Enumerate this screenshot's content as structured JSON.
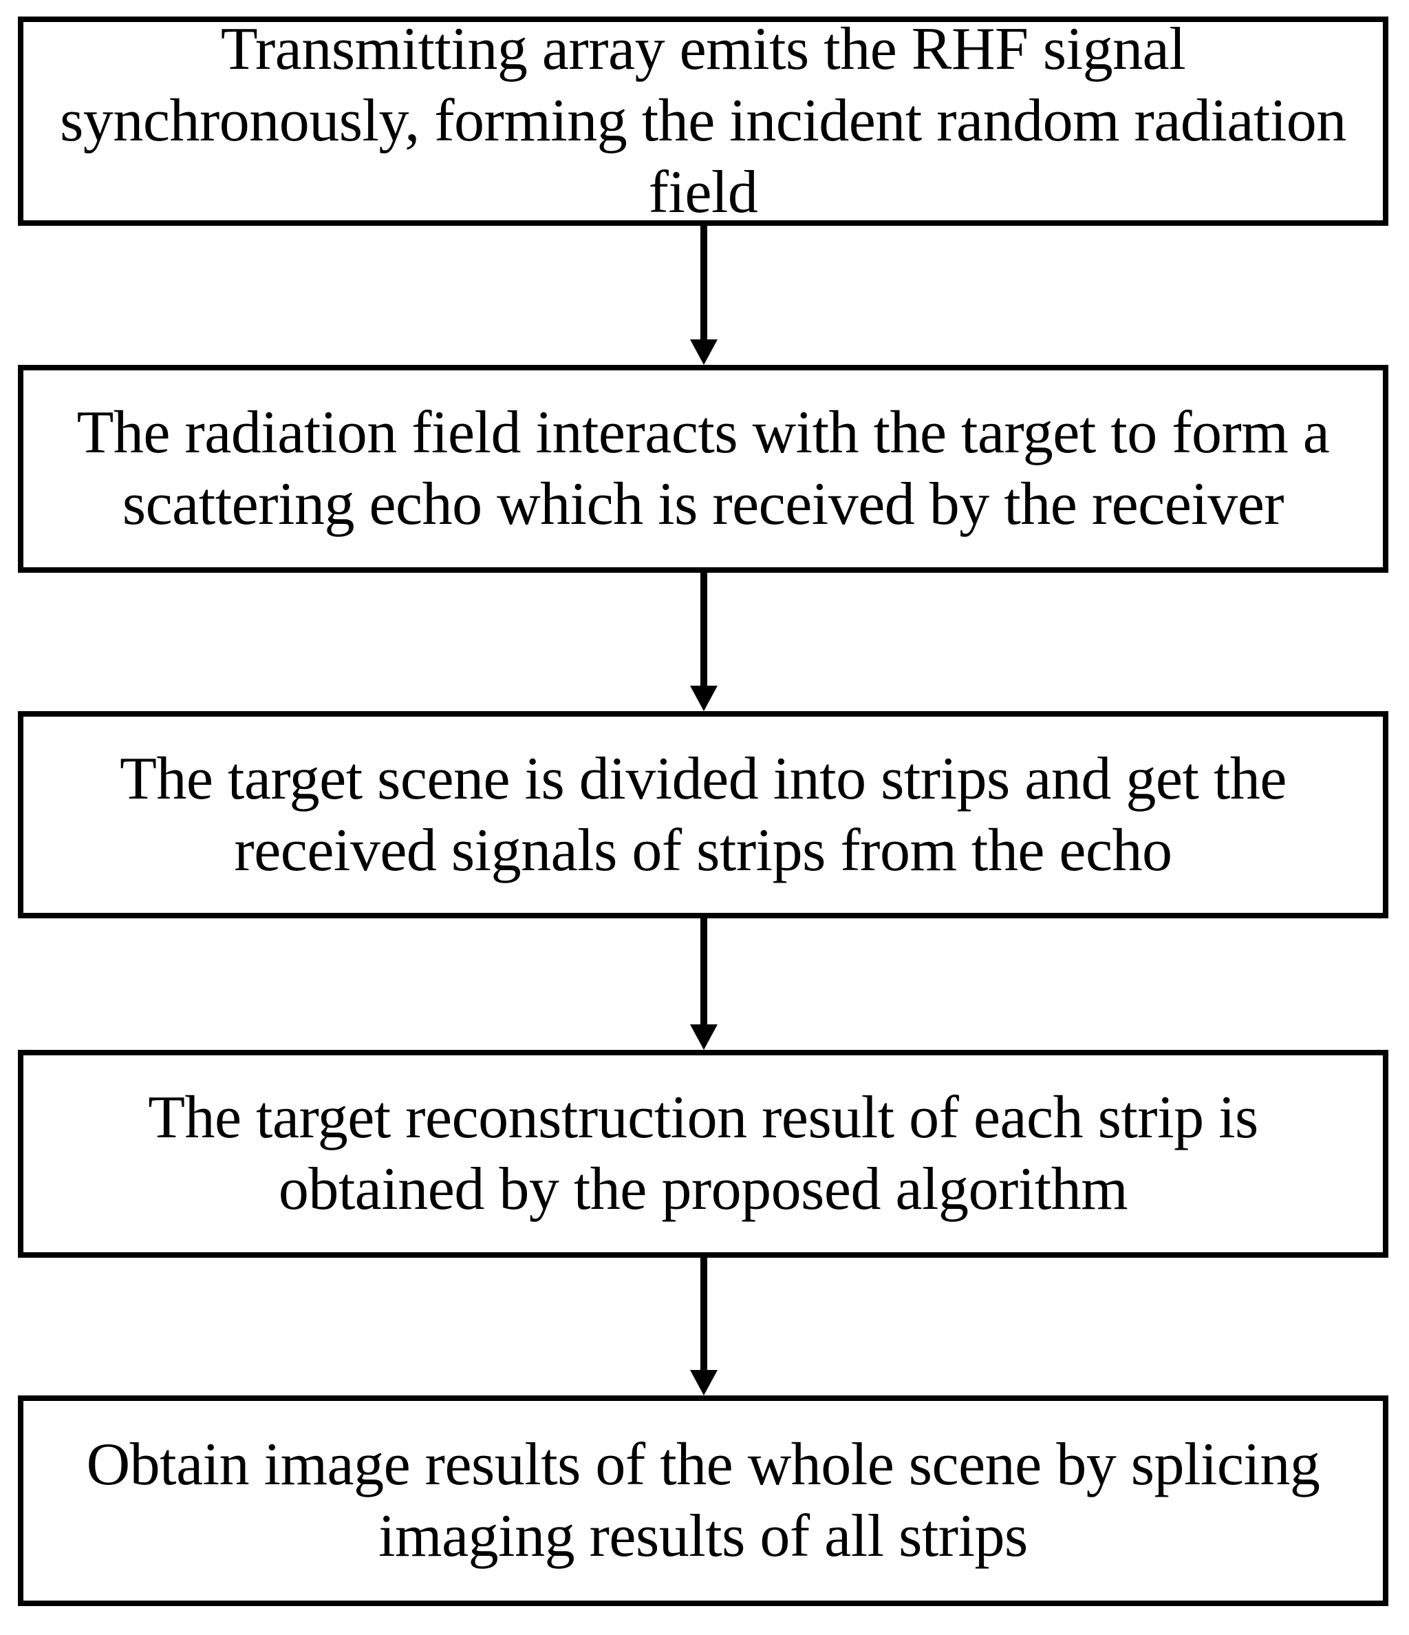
{
  "diagram": {
    "type": "flowchart",
    "orientation": "vertical",
    "colors": {
      "background": "#ffffff",
      "box_border": "#000000",
      "box_fill": "#ffffff",
      "text": "#000000",
      "connector": "#000000"
    },
    "nodes": [
      {
        "id": "node-1",
        "order": 1,
        "shape": "rectangle",
        "text": "Transmitting array emits the RHF signal synchronously, forming the incident random radiation field"
      },
      {
        "id": "node-2",
        "order": 2,
        "shape": "rectangle",
        "text": "The radiation field interacts with the target to form a scattering echo which is received by the receiver"
      },
      {
        "id": "node-3",
        "order": 3,
        "shape": "rectangle",
        "text": "The target scene is divided into strips and get the received signals of strips from the echo"
      },
      {
        "id": "node-4",
        "order": 4,
        "shape": "rectangle",
        "text": "The target reconstruction result of each strip is obtained by the proposed algorithm"
      },
      {
        "id": "node-5",
        "order": 5,
        "shape": "rectangle",
        "text": "Obtain image results of the whole scene by splicing imaging results of all strips"
      }
    ],
    "connectors": [
      {
        "id": "arrow-1-2",
        "from": "node-1",
        "to": "node-2",
        "style": "solid-arrow-down"
      },
      {
        "id": "arrow-2-3",
        "from": "node-2",
        "to": "node-3",
        "style": "solid-arrow-down"
      },
      {
        "id": "arrow-3-4",
        "from": "node-3",
        "to": "node-4",
        "style": "solid-arrow-down"
      },
      {
        "id": "arrow-4-5",
        "from": "node-4",
        "to": "node-5",
        "style": "solid-arrow-down"
      }
    ]
  }
}
